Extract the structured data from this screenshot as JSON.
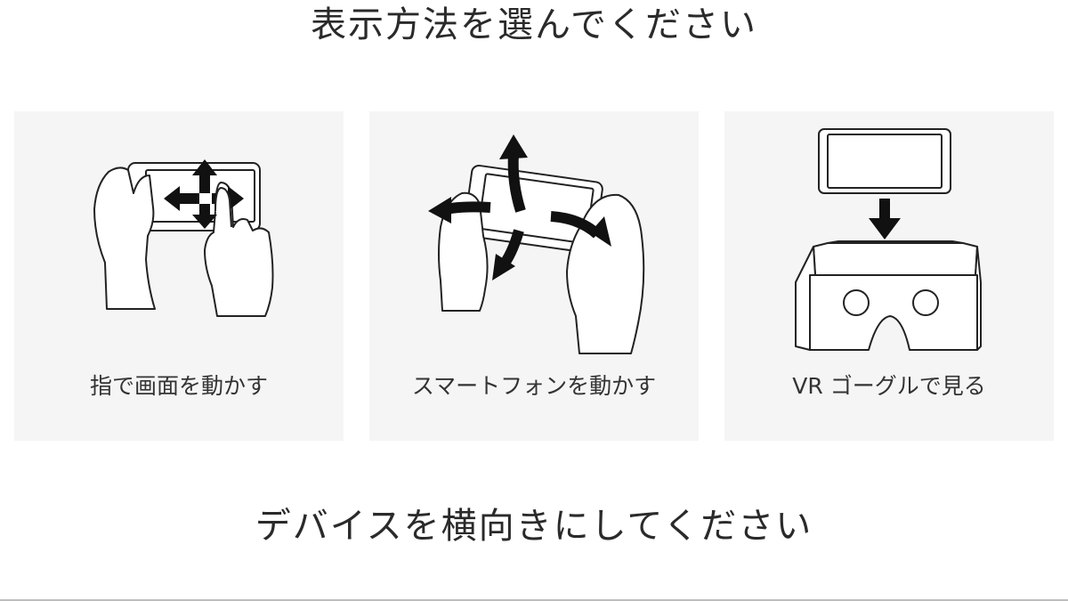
{
  "title": "表示方法を選んでください",
  "options": [
    {
      "label": "指で画面を動かす",
      "icon": "touch-drag-icon"
    },
    {
      "label": "スマートフォンを動かす",
      "icon": "phone-tilt-icon"
    },
    {
      "label": "VR ゴーグルで見る",
      "icon": "vr-goggle-icon"
    }
  ],
  "instruction": "デバイスを横向きにしてください"
}
